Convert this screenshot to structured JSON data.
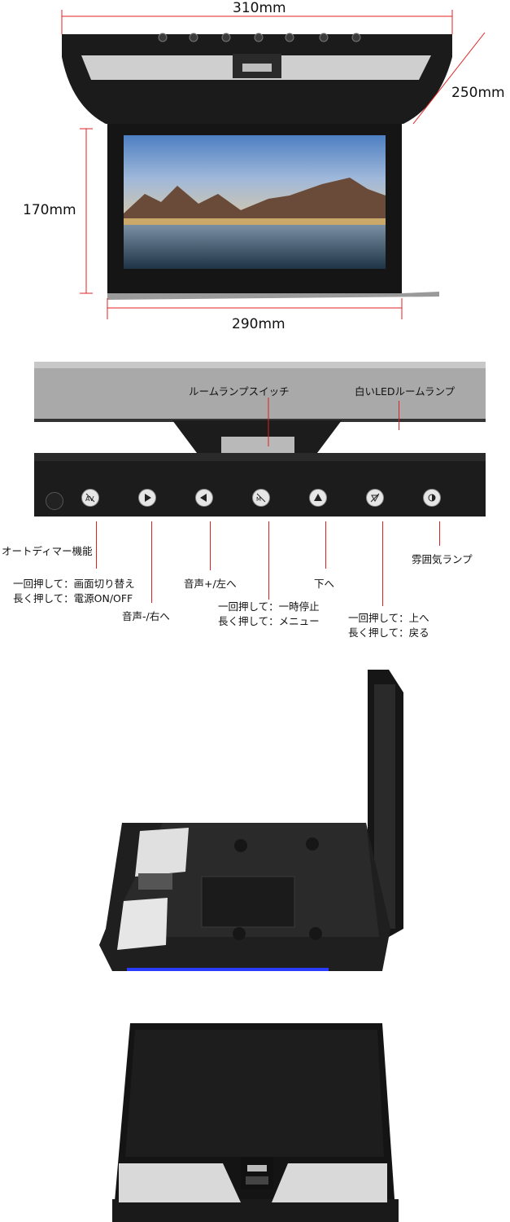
{
  "dimensions": {
    "width_top": "310mm",
    "depth": "250mm",
    "height": "170mm",
    "width_screen": "290mm"
  },
  "controls": {
    "room_lamp_switch": "ルームランプスイッチ",
    "white_led_lamp": "白いLEDルームランプ",
    "auto_dimmer": "オートディマー機能",
    "button1_line1": "一回押して：画面切り替え",
    "button1_line2": "長く押して：電源ON/OFF",
    "volume_down": "音声-/右へ",
    "volume_up": "音声+/左へ",
    "button4_line1": "一回押して：一時停止",
    "button4_line2": "長く押して：メニュー",
    "down": "下へ",
    "button6_line1": "一回押して：上へ",
    "button6_line2": "長く押して：戻る",
    "ambient_lamp": "雰囲気ランプ"
  },
  "icons": [
    "sensor-icon",
    "source-power-icon",
    "play-right-icon",
    "play-left-icon",
    "pause-menu-icon",
    "up-triangle-icon",
    "down-back-icon",
    "ambient-lamp-icon"
  ],
  "colors": {
    "accent_line": "#e02020",
    "panel": "#1c1c1c",
    "led": "#2a3cff"
  }
}
